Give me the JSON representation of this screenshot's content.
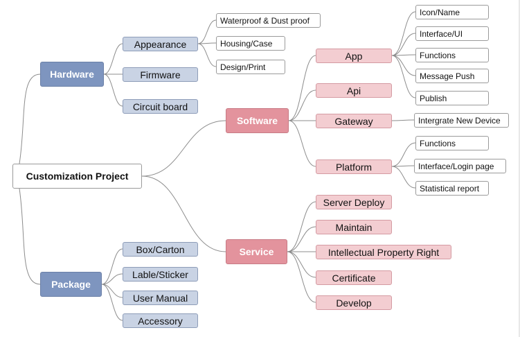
{
  "root": "Customization Project",
  "hardware": {
    "label": "Hardware",
    "appearance": "Appearance",
    "firmware": "Firmware",
    "circuit_board": "Circuit board",
    "appearance_items": [
      "Waterproof & Dust proof",
      "Housing/Case",
      "Design/Print"
    ]
  },
  "package": {
    "label": "Package",
    "items": [
      "Box/Carton",
      "Lable/Sticker",
      "User Manual",
      "Accessory"
    ]
  },
  "software": {
    "label": "Software",
    "app": "App",
    "api": "Api",
    "gateway": "Gateway",
    "platform": "Platform",
    "app_items": [
      "Icon/Name",
      "Interface/UI",
      "Functions",
      "Message Push",
      "Publish"
    ],
    "gateway_items": [
      "Intergrate New Device"
    ],
    "platform_items": [
      "Functions",
      "Interface/Login page",
      "Statistical report"
    ]
  },
  "service": {
    "label": "Service",
    "items": [
      "Server Deploy",
      "Maintain",
      "Intellectual Property Right",
      "Certificate",
      "Develop"
    ]
  },
  "colors": {
    "hardware_branch": "#7e95bf",
    "software_branch": "#e3939d",
    "connector": "#8c8c8c"
  }
}
